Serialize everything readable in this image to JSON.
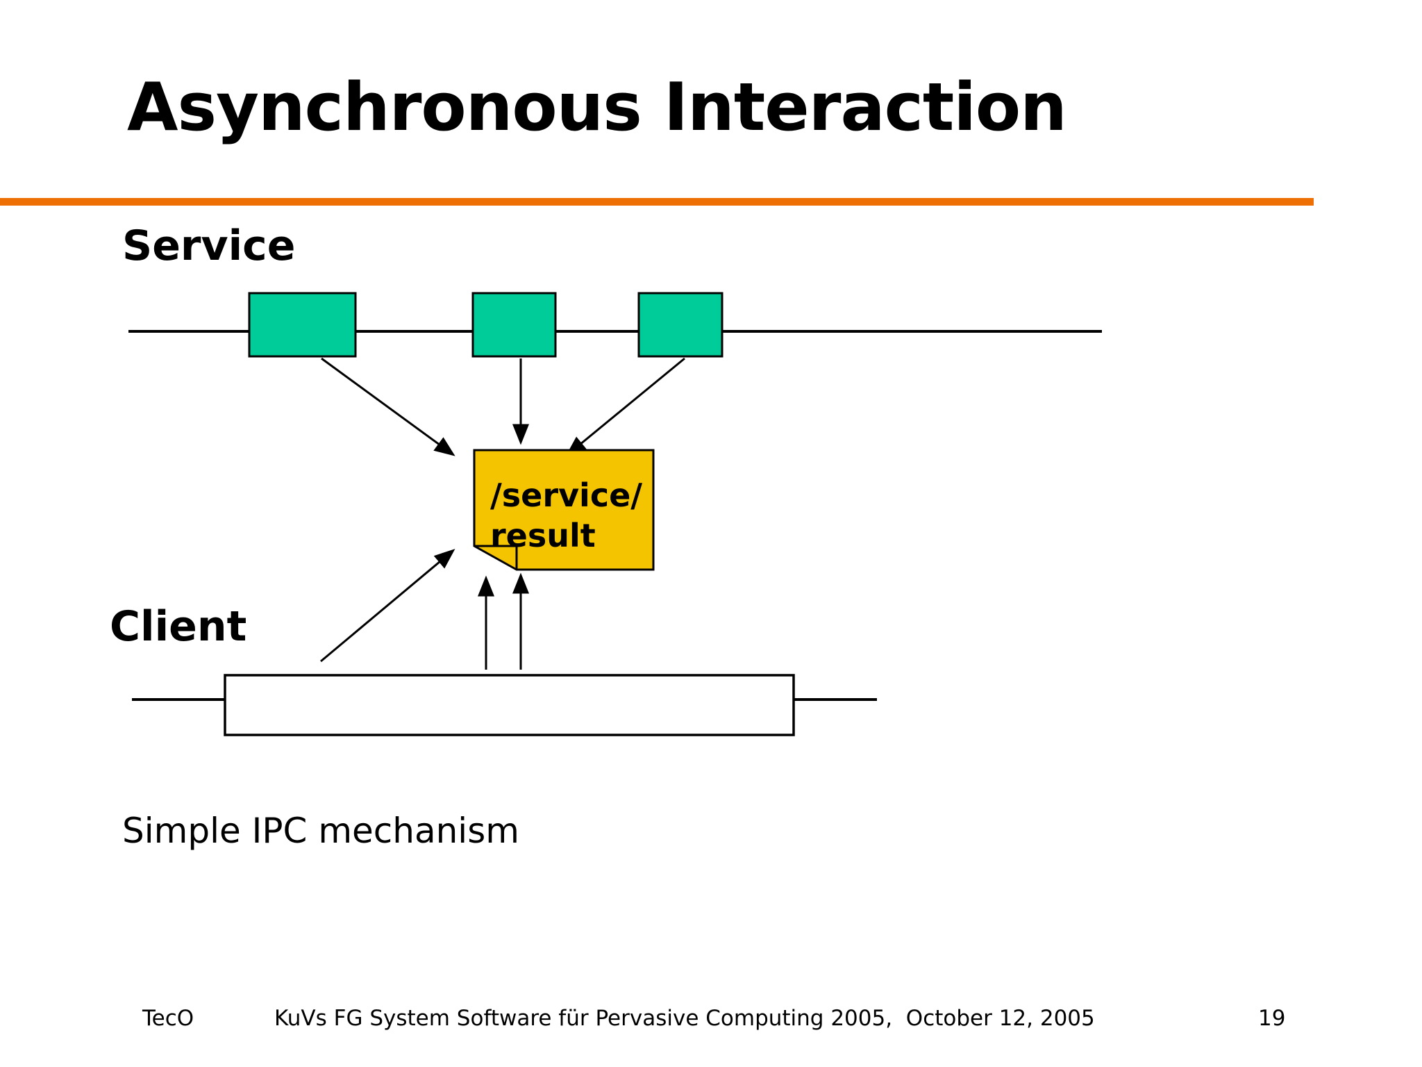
{
  "slide": {
    "title": "Asynchronous Interaction",
    "caption": "Simple IPC mechanism",
    "footer": {
      "organization": "TecO",
      "center": "KuVs FG System Software für Pervasive Computing 2005,  October 12, 2005",
      "page_number": "19"
    },
    "colors": {
      "background": "#FFFFFF",
      "accent_rule": "#EE7005",
      "service_box_fill": "#00CC99",
      "note_fill": "#F5C400",
      "line": "#000000",
      "text": "#000000"
    }
  },
  "diagram": {
    "service_label": "Service",
    "client_label": "Client",
    "note": {
      "line1": "/service/",
      "line2": "result"
    },
    "service_timeline_box_count": 3,
    "arrows_service_to_note": 3,
    "arrows_client_to_note": 3
  }
}
